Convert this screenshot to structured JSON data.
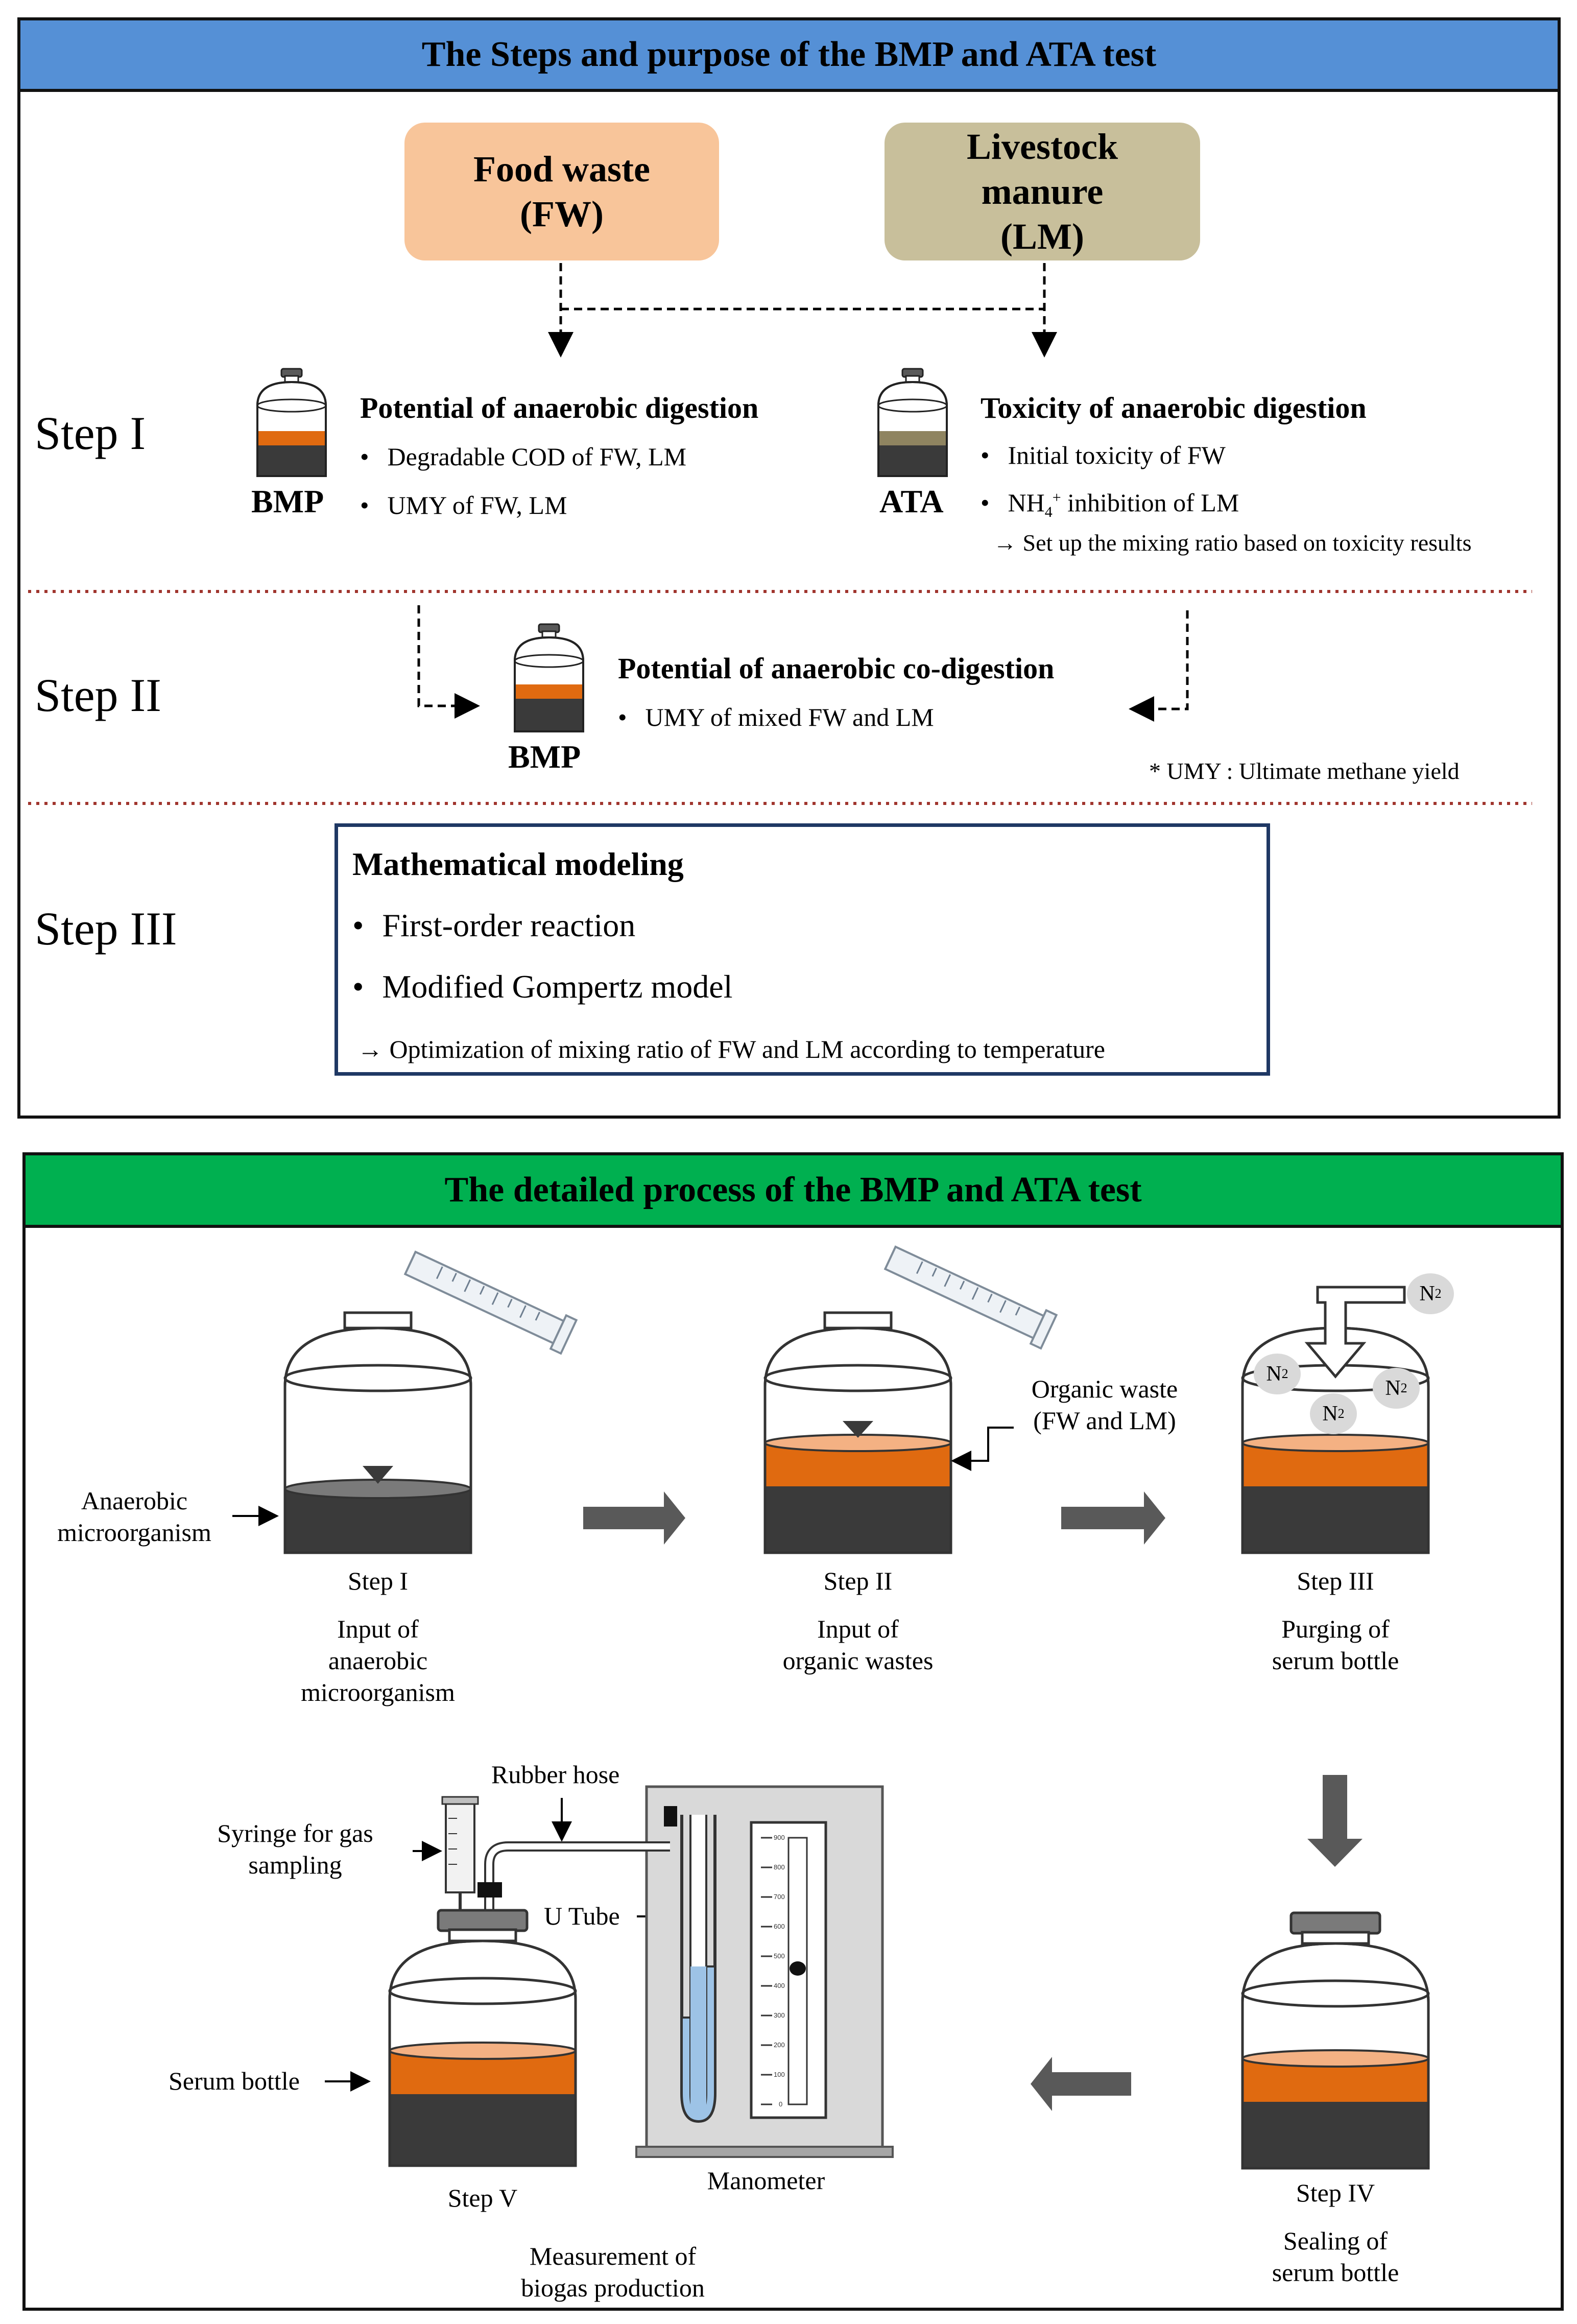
{
  "top": {
    "title": "The Steps and purpose of the BMP and ATA test",
    "food_waste": "Food waste\n(FW)",
    "livestock_manure": "Livestock\nmanure\n(LM)",
    "step1": {
      "label": "Step I",
      "bmp_label": "BMP",
      "ata_label": "ATA",
      "left_title": "Potential of anaerobic digestion",
      "left_bullets": [
        "Degradable  COD of FW, LM",
        "UMY of FW, LM"
      ],
      "right_title": "Toxicity of anaerobic digestion",
      "right_bullet_1": "Initial toxicity of FW",
      "right_bullet_2_pre": "NH",
      "right_bullet_2_sub": "4",
      "right_bullet_2_sup": "+",
      "right_bullet_2_post": " inhibition of LM",
      "right_note": "→ Set up the mixing ratio based on toxicity results"
    },
    "step2": {
      "label": "Step II",
      "bmp_label": "BMP",
      "title": "Potential of anaerobic co-digestion",
      "bullet": "UMY of mixed FW and LM",
      "footnote": "* UMY : Ultimate methane yield"
    },
    "step3": {
      "label": "Step III",
      "title": "Mathematical modeling",
      "bullets": [
        "First-order reaction",
        "Modified Gompertz model"
      ],
      "note": "→  Optimization  of mixing ratio of FW and LM according  to temperature"
    }
  },
  "bottom": {
    "title": "The detailed process of the BMP and ATA test",
    "anaerobic_label": "Anaerobic\nmicroorganism",
    "organic_label": "Organic  waste\n(FW and LM)",
    "n2": "N",
    "n2_sub": "2",
    "steps": [
      {
        "name": "Step I",
        "desc": "Input of\nanaerobic\nmicroorganism"
      },
      {
        "name": "Step II",
        "desc": "Input of\norganic wastes"
      },
      {
        "name": "Step III",
        "desc": "Purging of\nserum bottle"
      },
      {
        "name": "Step IV",
        "desc": "Sealing of\nserum bottle"
      },
      {
        "name": "Step V",
        "desc": "Measurement of\nbiogas production"
      }
    ],
    "rubber_hose": "Rubber hose",
    "syringe": "Syringe  for gas\nsampling",
    "u_tube": "U Tube",
    "serum_bottle": "Serum bottle",
    "manometer": "Manometer",
    "scale_ticks": [
      "900",
      "800",
      "700",
      "600",
      "500",
      "400",
      "300",
      "200",
      "100",
      "0"
    ]
  },
  "colors": {
    "blue_header": "#5590d6",
    "green_header": "#00b050",
    "food_waste": "#f8c59a",
    "livestock": "#c8bf9b",
    "orange": "#e06a10",
    "dark": "#3a3a3a",
    "olive": "#8f8460",
    "navy": "#1f3864",
    "red_dotted": "#a0352e",
    "arrow_gray": "#595959"
  }
}
